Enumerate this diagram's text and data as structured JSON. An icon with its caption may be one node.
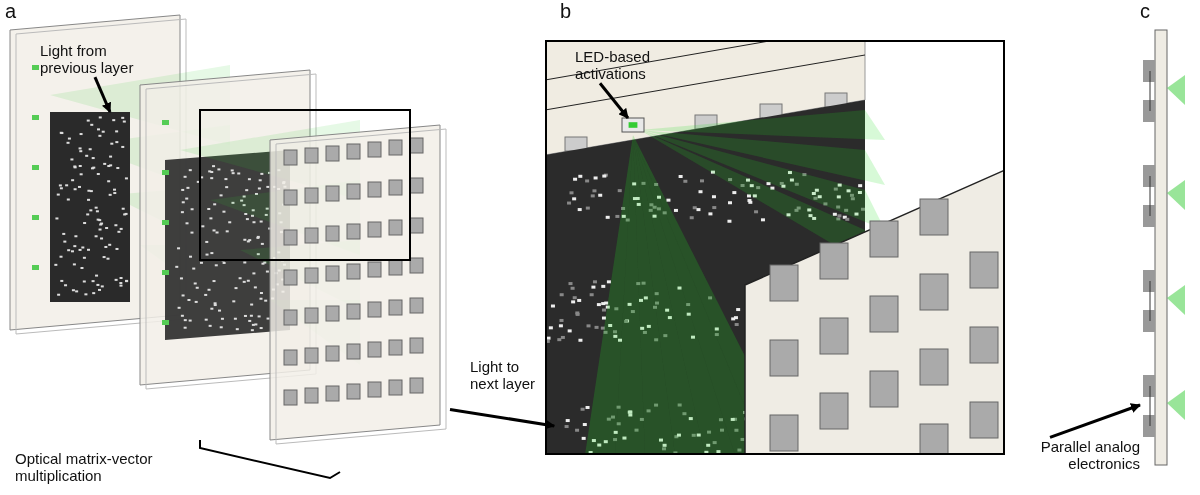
{
  "diagram": {
    "nodes": [
      {
        "text": [],
        "shape": "picture"
      },
      {
        "text": [
          "Light from previous layer"
        ],
        "in": 0
      },
      {
        "text": [],
        "shape": "picture",
        "in": 0
      },
      {
        "text": [],
        "shape": "picture"
      },
      {
        "text": [
          "LED-based activations"
        ],
        "in": 3
      },
      {
        "text": [],
        "shape": "box",
        "in": 3
      },
      {
        "text": [],
        "shape": "picture"
      },
      {
        "text": [
          "Parallel analog electronics"
        ]
      }
    ],
    "edges": [
      {
        "from": 1,
        "to": 2,
        "arrow": "to"
      },
      {
        "from": 4,
        "to": 5,
        "arrow": "to"
      },
      {
        "from": 0,
        "to": 3,
        "arrow": "to",
        "label": "Light to next layer"
      },
      {
        "from": 7,
        "to": 6,
        "arrow": "to"
      }
    ],
    "labels": [
      "a",
      "b",
      "c",
      "Optical matrix-vector multiplication"
    ]
  }
}
